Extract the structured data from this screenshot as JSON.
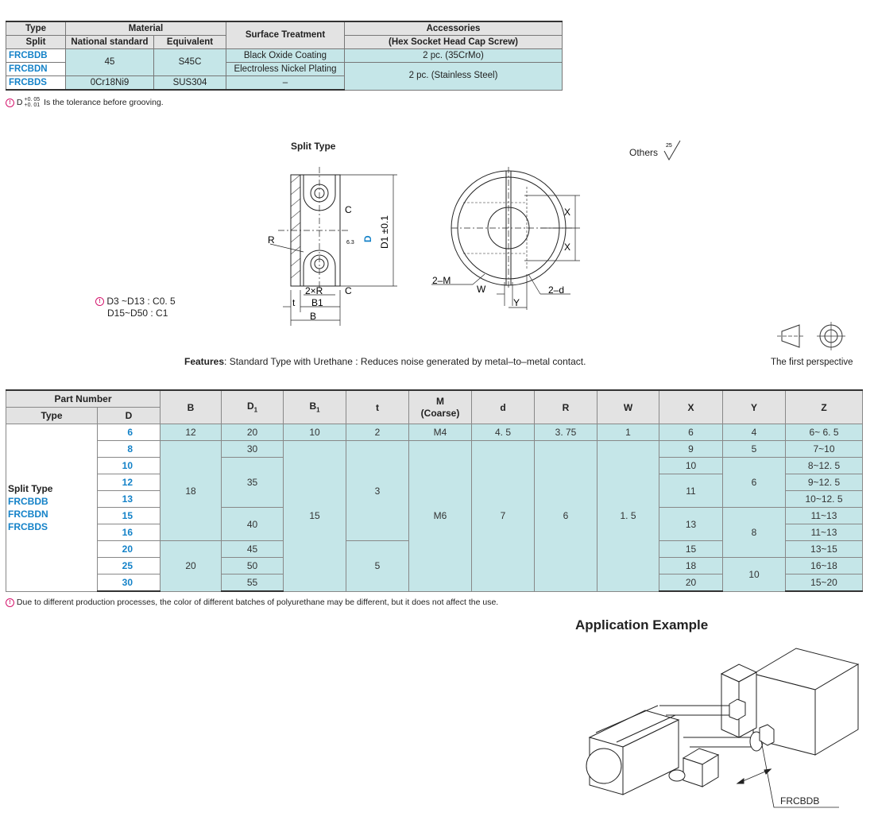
{
  "material_table": {
    "headers": {
      "type": "Type",
      "split": "Split",
      "material": "Material",
      "national": "National standard",
      "equivalent": "Equivalent",
      "surface": "Surface Treatment",
      "accessories": "Accessories",
      "accessories_sub": "(Hex Socket Head Cap Screw)"
    },
    "rows": [
      {
        "type": "FRCBDB",
        "national": "45",
        "equivalent": "S45C",
        "surface": "Black Oxide Coating",
        "accessories": "2 pc. (35CrMo)"
      },
      {
        "type": "FRCBDN",
        "surface": "Electroless Nickel Plating",
        "accessories": "2 pc. (Stainless Steel)"
      },
      {
        "type": "FRCBDS",
        "national": "0Cr18Ni9",
        "equivalent": "SUS304",
        "surface": "–"
      }
    ],
    "tolerance_note": {
      "prefix": "D",
      "upper": "+0. 05",
      "lower": "+0. 01",
      "text": "Is the tolerance before grooving."
    }
  },
  "drawing": {
    "title": "Split Type",
    "others_label": "Others",
    "roughness_value": "25",
    "chamfer_note_1": "D3 ~D13 : C0. 5",
    "chamfer_note_2": "D15~D50 : C1",
    "labels": {
      "r": "R",
      "two_r": "2×R",
      "c": "C",
      "t": "t",
      "b1": "B1",
      "b": "B",
      "d1": "D1 ±0.1",
      "d": "D",
      "d_tol_upper": "+0.05",
      "d_tol_lower": "+0.01",
      "x": "X",
      "two_m": "2–M",
      "w": "W",
      "y": "Y",
      "two_d": "2–d",
      "finish": "6.3"
    },
    "perspective_label": "The first perspective"
  },
  "features": {
    "label": "Features",
    "text": ": Standard Type with Urethane : Reduces noise generated by metal–to–metal contact."
  },
  "spec_table": {
    "headers": {
      "part_number": "Part Number",
      "type": "Type",
      "d": "D",
      "b": "B",
      "d1": "D",
      "d1_sub": "1",
      "b1": "B",
      "b1_sub": "1",
      "t": "t",
      "m": "M",
      "m_sub": "(Coarse)",
      "dd": "d",
      "r": "R",
      "w": "W",
      "x": "X",
      "y": "Y",
      "z": "Z"
    },
    "side": {
      "title": "Split Type",
      "types": [
        "FRCBDB",
        "FRCBDN",
        "FRCBDS"
      ]
    },
    "d_values": [
      "6",
      "8",
      "10",
      "12",
      "13",
      "15",
      "16",
      "20",
      "25",
      "30"
    ],
    "b_values": [
      "12",
      "18",
      "20"
    ],
    "d1_values": [
      "20",
      "30",
      "35",
      "40",
      "45",
      "50",
      "55"
    ],
    "b1_values": [
      "10",
      "15"
    ],
    "t_values": [
      "2",
      "3",
      "5"
    ],
    "m_values": [
      "M4",
      "M6"
    ],
    "dd_values": [
      "4. 5",
      "7"
    ],
    "r_values": [
      "3. 75",
      "6"
    ],
    "w_values": [
      "1",
      "1. 5"
    ],
    "x_values": [
      "6",
      "9",
      "10",
      "11",
      "13",
      "15",
      "18",
      "20"
    ],
    "y_values": [
      "4",
      "5",
      "6",
      "8",
      "10"
    ],
    "z_values": [
      "6~ 6. 5",
      "7~10",
      "8~12. 5",
      "9~12. 5",
      "10~12. 5",
      "11~13",
      "11~13",
      "13~15",
      "16~18",
      "15~20"
    ]
  },
  "footnote": "Due to different production processes, the color of different batches of polyurethane may be different, but it does not affect the use.",
  "application": {
    "title": "Application Example",
    "part_label": "FRCBDB"
  },
  "colors": {
    "brand_blue": "#1482c8",
    "cyan_cell": "#c5e6e8",
    "header_gray": "#e3e3e3",
    "warning": "#d4146c"
  }
}
